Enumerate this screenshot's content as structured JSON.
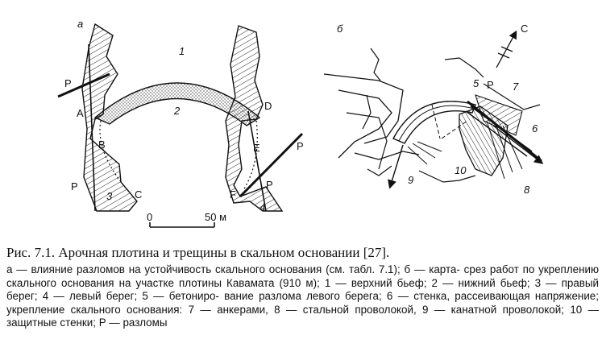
{
  "figure": {
    "panel_a": {
      "panel_label": "а",
      "zone_labels": [
        "1",
        "2",
        "3",
        "4"
      ],
      "point_labels": [
        "A",
        "B",
        "C",
        "D",
        "E",
        "F"
      ],
      "fault_labels": [
        "P",
        "P",
        "P",
        "P"
      ],
      "scale_zero": "0",
      "scale_end": "50 м"
    },
    "panel_b": {
      "panel_label": "б",
      "north_label": "С",
      "fault_label": "P",
      "item_labels": [
        "5",
        "6",
        "7",
        "8",
        "9",
        "10"
      ]
    }
  },
  "caption": {
    "title": "Рис. 7.1. Арочная плотина и трещины в скальном основании [27].",
    "body": [
      "а — влияние разломов на устойчивость скального основания (см. табл. 7.1); б — карта-",
      "срез работ по укреплению скального основания на участке плотины Кавамата (910 м);",
      "1 — верхний бьеф; 2 — нижний бьеф; 3 — правый берег; 4 — левый берег; 5 — бетониро-",
      "вание разлома левого берега; 6 — стенка, рассеивающая напряжение; укрепление",
      "скального основания: 7 — анкерами, 8 — стальной проволокой, 9 — канатной проволокой;",
      "10 — защитные стенки; Р — разломы"
    ]
  }
}
